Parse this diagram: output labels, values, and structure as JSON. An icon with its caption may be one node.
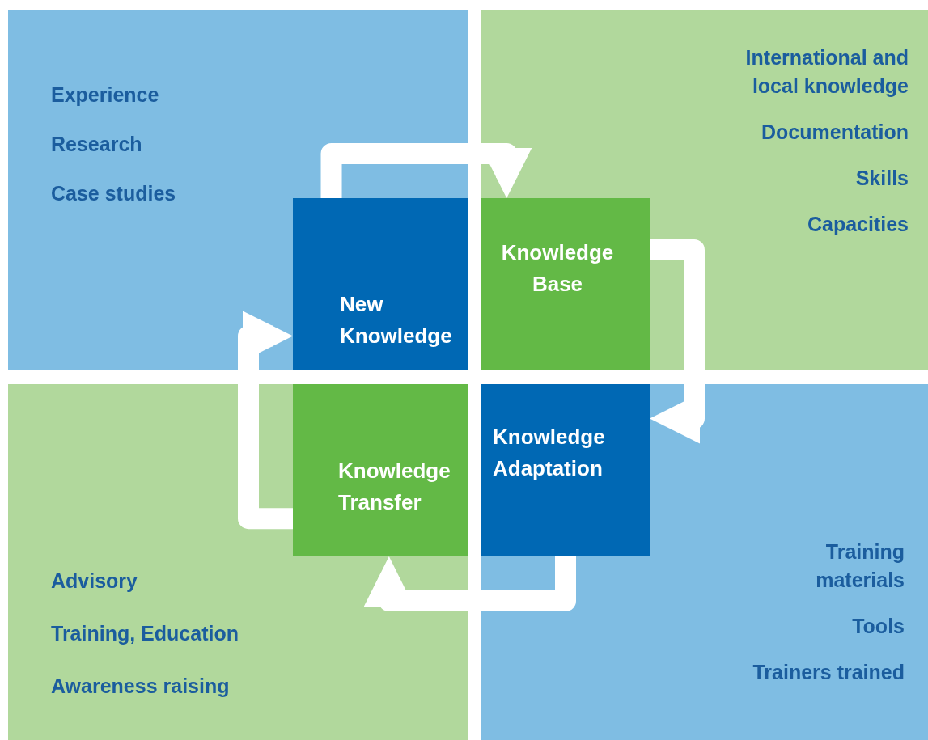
{
  "diagram": {
    "nodes": [
      {
        "text": [
          "Experience",
          "Research",
          "Case studies"
        ]
      },
      {
        "text": [
          "New Knowledge"
        ],
        "in": 0
      },
      {
        "text": [
          "International and local knowledge",
          "Documentation",
          "Skills",
          "Capacities"
        ]
      },
      {
        "text": [
          "Knowledge Base"
        ],
        "in": 2
      },
      {
        "text": [
          "Advisory",
          "Training, Education",
          "Awareness raising"
        ]
      },
      {
        "text": [
          "Knowledge Transfer"
        ],
        "in": 4
      },
      {
        "text": [
          "Training materials",
          "Tools",
          "Trainers trained"
        ]
      },
      {
        "text": [
          "Knowledge Adaptation"
        ],
        "in": 6
      }
    ],
    "edges": [
      {
        "from": 1,
        "to": 3,
        "arrow": "to"
      },
      {
        "from": 3,
        "to": 7,
        "arrow": "to"
      },
      {
        "from": 7,
        "to": 5,
        "arrow": "to"
      },
      {
        "from": 5,
        "to": 1,
        "arrow": "to"
      }
    ]
  }
}
